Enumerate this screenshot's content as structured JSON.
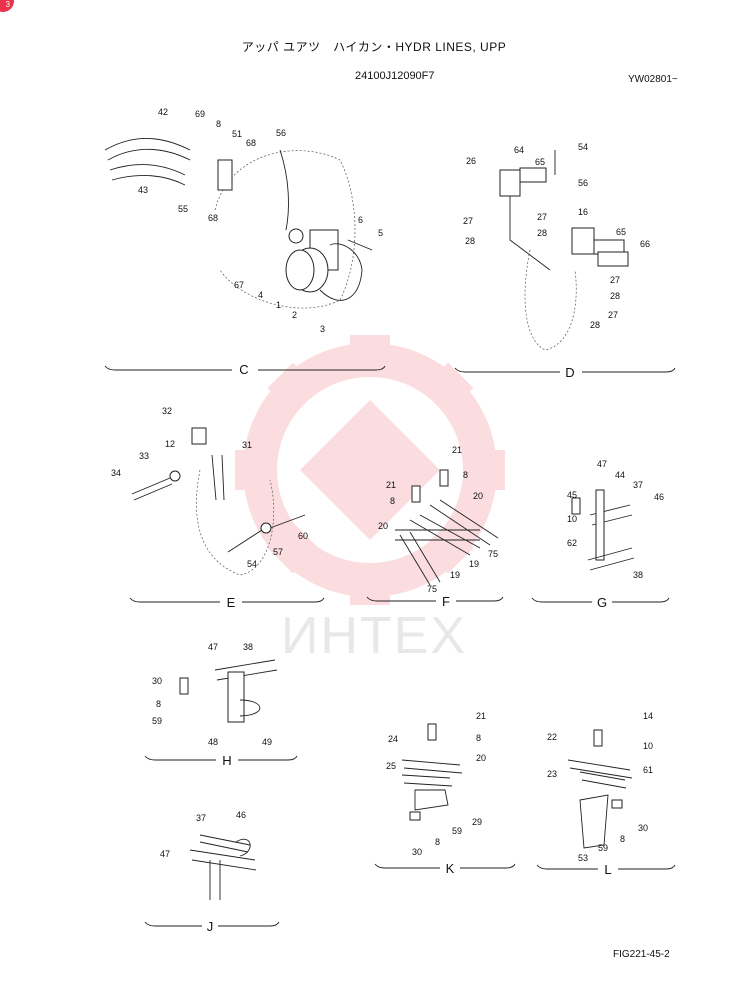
{
  "header": {
    "title": "アッパ ユアツ　ハイカン・HYDR LINES, UPP",
    "part_number": "24100J12090F7",
    "serial": "YW02801~"
  },
  "footer": {
    "figure_id": "FIG221-45-2"
  },
  "watermark": {
    "text": "ИНТЕХ",
    "color": "#f4a0a8"
  },
  "corner_badge": {
    "label": "3"
  },
  "sections": [
    {
      "letter": "C",
      "labels": [
        "42",
        "69",
        "8",
        "51",
        "68",
        "56",
        "43",
        "55",
        "68",
        "6",
        "5",
        "67",
        "4",
        "1",
        "2",
        "3"
      ]
    },
    {
      "letter": "D",
      "labels": [
        "26",
        "64",
        "65",
        "54",
        "56",
        "27",
        "27",
        "28",
        "28",
        "16",
        "65",
        "66",
        "27",
        "28",
        "27",
        "28"
      ]
    },
    {
      "letter": "E",
      "labels": [
        "32",
        "12",
        "31",
        "34",
        "33",
        "60",
        "57",
        "54"
      ]
    },
    {
      "letter": "F",
      "labels": [
        "21",
        "21",
        "8",
        "8",
        "20",
        "20",
        "75",
        "19",
        "19",
        "75"
      ]
    },
    {
      "letter": "G",
      "labels": [
        "47",
        "44",
        "37",
        "45",
        "46",
        "10",
        "62",
        "38"
      ]
    },
    {
      "letter": "H",
      "labels": [
        "47",
        "38",
        "30",
        "8",
        "59",
        "48",
        "49"
      ]
    },
    {
      "letter": "J",
      "labels": [
        "37",
        "46",
        "47"
      ]
    },
    {
      "letter": "K",
      "labels": [
        "21",
        "24",
        "8",
        "25",
        "20",
        "29",
        "59",
        "30",
        "8"
      ]
    },
    {
      "letter": "L",
      "labels": [
        "14",
        "22",
        "10",
        "23",
        "61",
        "30",
        "8",
        "59",
        "53"
      ]
    }
  ]
}
